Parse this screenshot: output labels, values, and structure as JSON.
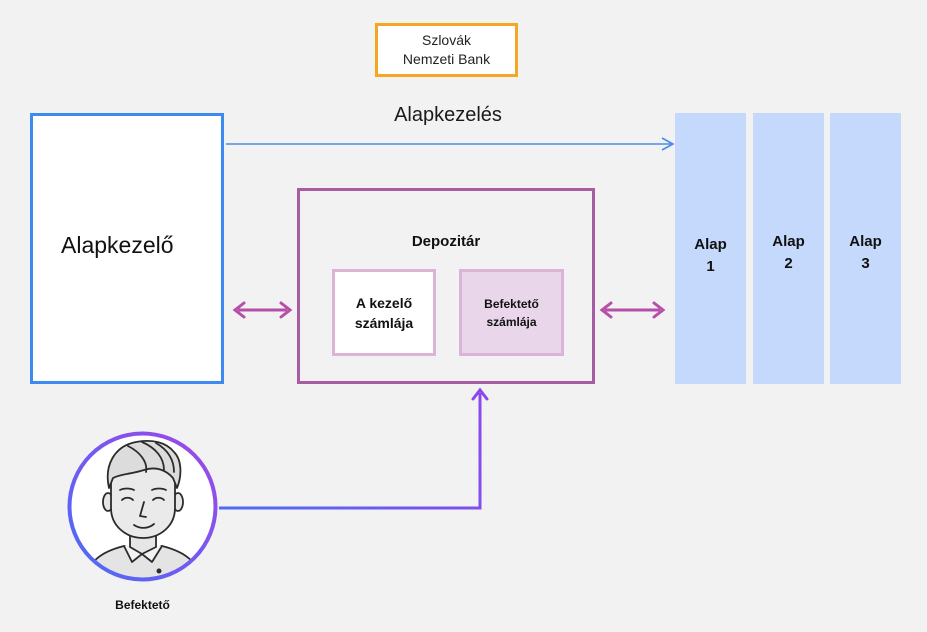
{
  "regulator": {
    "line1": "Szlovák",
    "line2": "Nemzeti Bank"
  },
  "flow_label": "Alapkezelés",
  "manager": {
    "label": "Alapkezelő"
  },
  "depositary": {
    "title": "Depozitár",
    "manager_account": {
      "line1": "A kezelő",
      "line2": "számlája"
    },
    "investor_account": {
      "line1": "Befektető",
      "line2": "számlája"
    }
  },
  "funds": [
    {
      "line1": "Alap",
      "line2": "1"
    },
    {
      "line1": "Alap",
      "line2": "2"
    },
    {
      "line1": "Alap",
      "line2": "3"
    }
  ],
  "investor": {
    "label": "Befektető",
    "icon": "person-avatar-icon"
  },
  "colors": {
    "regulator_border": "#f5a623",
    "manager_border": "#3d8bf0",
    "depositary_border": "#a75ca3",
    "account_border": "#dbb4d8",
    "investor_account_fill": "#ead6ea",
    "fund_fill": "#c4d9fb",
    "management_arrow": "#4a8ae8",
    "exchange_arrow": "#b64fa8",
    "investor_ring_start": "#4a6cf7",
    "investor_ring_end": "#a046e8"
  }
}
